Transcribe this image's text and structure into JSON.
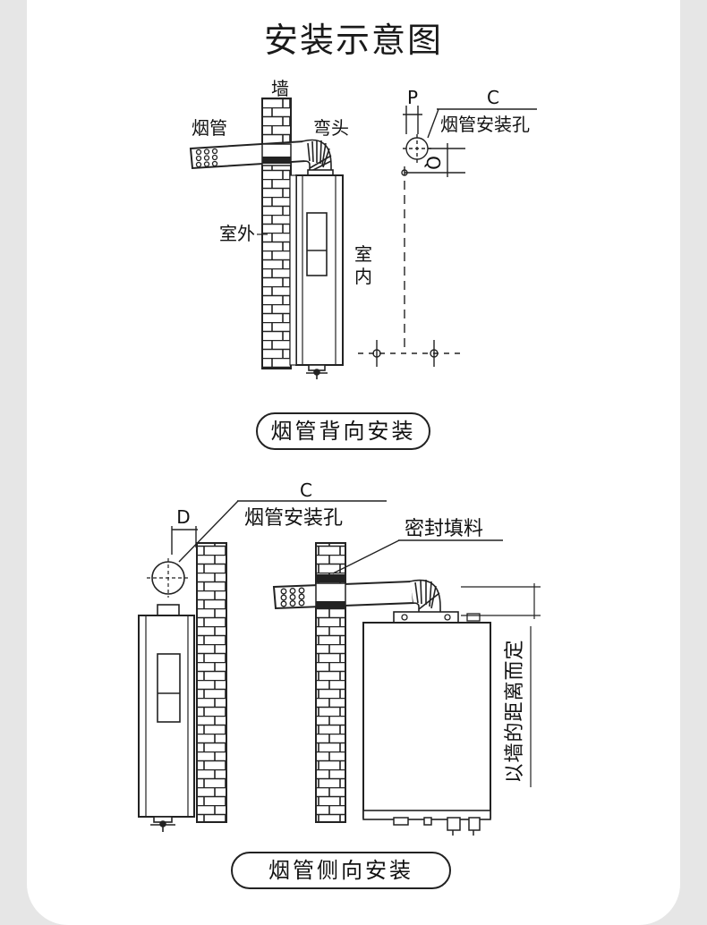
{
  "title": "安装示意图",
  "back": {
    "caption": "烟管背向安装",
    "labels": {
      "wall": "墙",
      "flue_pipe": "烟管",
      "elbow": "弯头",
      "outdoor": "室外",
      "indoor_1": "室",
      "indoor_2": "内",
      "p": "P",
      "c": "C",
      "hole": "烟管安装孔",
      "q": "Q"
    }
  },
  "side": {
    "caption": "烟管侧向安装",
    "labels": {
      "c": "C",
      "hole": "烟管安装孔",
      "d": "D",
      "sealant": "密封填料",
      "distance": "以墙的距离而定"
    }
  }
}
